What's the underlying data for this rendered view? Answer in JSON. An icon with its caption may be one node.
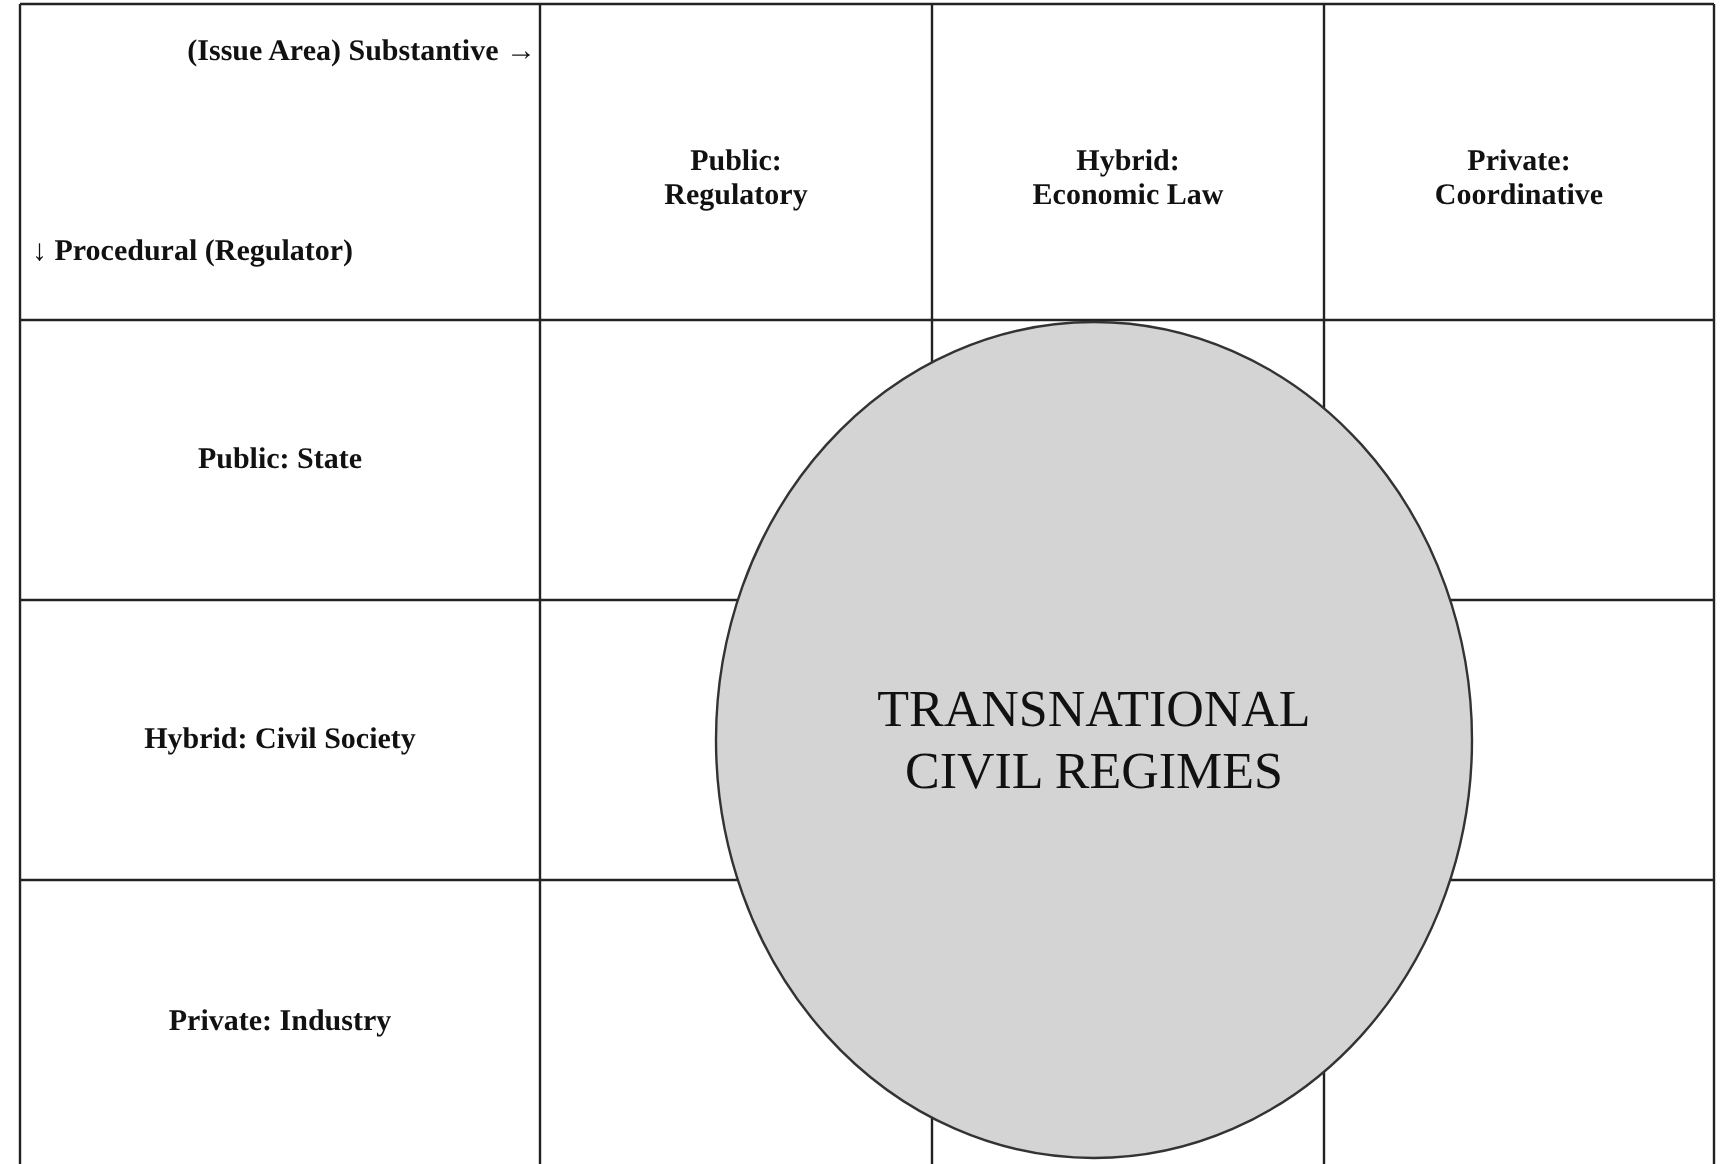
{
  "diagram": {
    "nodes": [
      {
        "text": [
          "TRANSNATIONAL CIVIL REGIMES"
        ]
      }
    ],
    "labels": [
      "(Issue Area) Substantive →",
      "↓ Procedural (Regulator)",
      "Public: Regulatory",
      "Hybrid: Economic Law",
      "Private: Coordinative",
      "Public: State",
      "Hybrid: Civil Society",
      "Private: Industry"
    ]
  }
}
